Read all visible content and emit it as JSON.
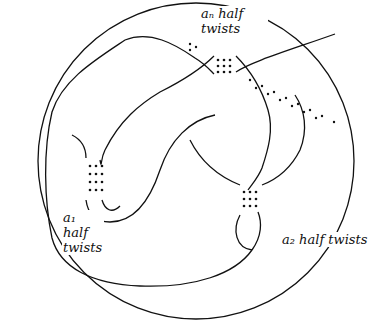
{
  "diagram": {
    "labels": [
      "aₙ half twists",
      "a₁ half twists",
      "a₂ half twists"
    ]
  }
}
